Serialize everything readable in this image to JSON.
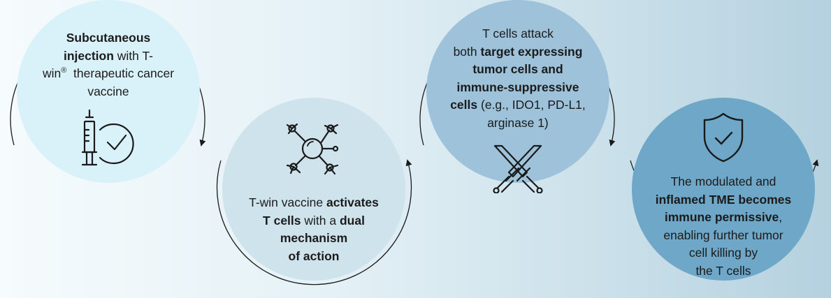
{
  "steps": [
    {
      "icon": "syringe-check-icon",
      "lines": [
        [
          {
            "t": "Subcutaneous",
            "b": true
          }
        ],
        [
          {
            "t": "injection",
            "b": true
          },
          {
            "t": " with T-",
            "b": false
          }
        ],
        [
          {
            "t": "win",
            "b": false
          },
          {
            "t": "®",
            "sup": true
          },
          {
            "t": "  therapeutic cancer",
            "b": false
          }
        ],
        [
          {
            "t": "vaccine",
            "b": false
          }
        ]
      ]
    },
    {
      "icon": "molecule-network-icon",
      "lines": [
        [
          {
            "t": "T-win vaccine ",
            "b": false
          },
          {
            "t": "activates",
            "b": true
          }
        ],
        [
          {
            "t": "T cells",
            "b": true
          },
          {
            "t": " with a ",
            "b": false
          },
          {
            "t": "dual",
            "b": true
          }
        ],
        [
          {
            "t": "mechanism",
            "b": true
          }
        ],
        [
          {
            "t": "of action",
            "b": true
          }
        ]
      ]
    },
    {
      "icon": "crossed-swords-icon",
      "lines": [
        [
          {
            "t": "T cells attack",
            "b": false
          }
        ],
        [
          {
            "t": "both ",
            "b": false
          },
          {
            "t": "target expressing",
            "b": true
          }
        ],
        [
          {
            "t": "tumor cells and",
            "b": true
          }
        ],
        [
          {
            "t": "immune-suppressive",
            "b": true
          }
        ],
        [
          {
            "t": "cells",
            "b": true
          },
          {
            "t": " (e.g., IDO1, PD-L1,",
            "b": false
          }
        ],
        [
          {
            "t": "arginase 1)",
            "b": false
          }
        ]
      ]
    },
    {
      "icon": "shield-check-icon",
      "lines": [
        [
          {
            "t": "The modulated and",
            "b": false
          }
        ],
        [
          {
            "t": "inflamed TME becomes",
            "b": true
          }
        ],
        [
          {
            "t": "immune permissive",
            "b": true
          },
          {
            "t": ",",
            "b": false
          }
        ],
        [
          {
            "t": "enabling further tumor",
            "b": false
          }
        ],
        [
          {
            "t": "cell killing by",
            "b": false
          }
        ],
        [
          {
            "t": "the T cells",
            "b": false
          }
        ]
      ]
    }
  ],
  "colors": {
    "circle1": "#d9f2f9",
    "circle2": "#cfe3ec",
    "circle3": "#9dc2d9",
    "circle4": "#6ea7c8",
    "arc": "#1a1a1a"
  }
}
